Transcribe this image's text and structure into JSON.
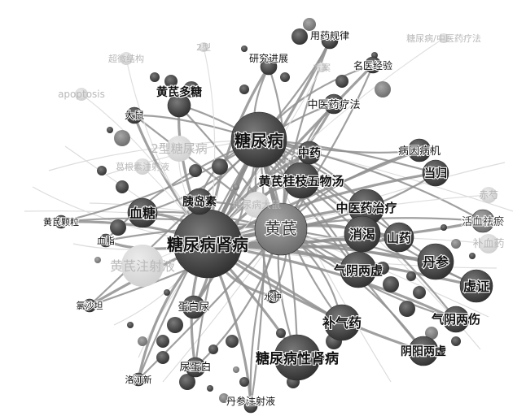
{
  "network": {
    "nodes": [
      {
        "id": "diabetic-nephropathy",
        "label": "糖尿病肾病",
        "tier": "dark",
        "size": 42
      },
      {
        "id": "diabetes",
        "label": "糖尿病",
        "tier": "dark",
        "size": 34
      },
      {
        "id": "astragalus",
        "label": "黄芪",
        "tier": "mid",
        "size": 32
      },
      {
        "id": "diabetic-kidney-disease",
        "label": "糖尿病性肾病",
        "tier": "dark",
        "size": 28
      },
      {
        "id": "astragalus-guizhi-wuwu",
        "label": "黄芪桂枝五物汤",
        "tier": "dark",
        "size": 22
      },
      {
        "id": "tcm-treatment",
        "label": "中医药治疗",
        "tier": "dark",
        "size": 22
      },
      {
        "id": "xiaoke",
        "label": "消渴",
        "tier": "dark",
        "size": 22
      },
      {
        "id": "qi-yin-deficiency",
        "label": "气阴两虚",
        "tier": "dark",
        "size": 22
      },
      {
        "id": "danshen",
        "label": "丹参",
        "tier": "dark",
        "size": 22
      },
      {
        "id": "yam",
        "label": "山药",
        "tier": "dark",
        "size": 18
      },
      {
        "id": "qi-tonic",
        "label": "补气药",
        "tier": "dark",
        "size": 22
      },
      {
        "id": "astragalus-injection",
        "label": "黄芪注射液",
        "tier": "faded",
        "size": 26
      },
      {
        "id": "insulin",
        "label": "胰岛素",
        "tier": "dark",
        "size": 16
      },
      {
        "id": "blood-glucose",
        "label": "血糖",
        "tier": "dark",
        "size": 18
      },
      {
        "id": "astragalus-polysaccharide",
        "label": "黄芪多糖",
        "tier": "dark",
        "size": 14
      },
      {
        "id": "tcm-therapy",
        "label": "中医药疗法",
        "tier": "dark",
        "size": 12
      },
      {
        "id": "research-progress",
        "label": "研究进展",
        "tier": "dark",
        "size": 10
      },
      {
        "id": "medication-rules",
        "label": "用药规律",
        "tier": "dark",
        "size": 10
      },
      {
        "id": "expert-experience",
        "label": "名医经验",
        "tier": "dark",
        "size": 10
      },
      {
        "id": "etiology-pathogenesis",
        "label": "病因病机",
        "tier": "dark",
        "size": 14
      },
      {
        "id": "angelica",
        "label": "当归",
        "tier": "dark",
        "size": 16
      },
      {
        "id": "tonify-blood",
        "label": "活血祛瘀",
        "tier": "mid",
        "size": 14
      },
      {
        "id": "evidence",
        "label": "虚证",
        "tier": "dark",
        "size": 20
      },
      {
        "id": "qi-yin-injury",
        "label": "气阴两伤",
        "tier": "dark",
        "size": 16
      },
      {
        "id": "yin-yang-deficiency",
        "label": "阴阳两虚",
        "tier": "dark",
        "size": 18
      },
      {
        "id": "proteinuria",
        "label": "蛋白尿",
        "tier": "dark",
        "size": 14
      },
      {
        "id": "albuminuria",
        "label": "尿蛋白",
        "tier": "dark",
        "size": 12
      },
      {
        "id": "danshen-injection",
        "label": "丹参注射液",
        "tier": "dark",
        "size": 8
      },
      {
        "id": "lotensin",
        "label": "洛汀新",
        "tier": "dark",
        "size": 8
      },
      {
        "id": "losartan",
        "label": "氯沙坦",
        "tier": "dark",
        "size": 8
      },
      {
        "id": "blood-lipid",
        "label": "血脂",
        "tier": "dark",
        "size": 8
      },
      {
        "id": "astragalus-granule",
        "label": "黄芪颗粒",
        "tier": "dark",
        "size": 8
      },
      {
        "id": "rat",
        "label": "大鼠",
        "tier": "dark",
        "size": 10
      },
      {
        "id": "pueraria",
        "label": "葛根素注射液",
        "tier": "faded",
        "size": 10
      },
      {
        "id": "type2-diabetes",
        "label": "2型糖尿病",
        "tier": "faded",
        "size": 16
      },
      {
        "id": "apoptosis",
        "label": "apoptosis",
        "tier": "faded",
        "size": 8
      },
      {
        "id": "ultrastructure",
        "label": "超微结构",
        "tier": "faded",
        "size": 8
      },
      {
        "id": "type2",
        "label": "2型",
        "tier": "faded",
        "size": 6
      },
      {
        "id": "tcm-diabetes",
        "label": "糖尿病/中医药疗法",
        "tier": "faded",
        "size": 6
      },
      {
        "id": "diabetic-rat",
        "label": "糖尿病大鼠",
        "tier": "faded",
        "size": 16
      },
      {
        "id": "red-peony",
        "label": "赤芍",
        "tier": "faded",
        "size": 10
      },
      {
        "id": "tonify-blood-drug",
        "label": "补血药",
        "tier": "faded",
        "size": 12
      },
      {
        "id": "urine",
        "label": "水肿",
        "tier": "dark",
        "size": 8
      },
      {
        "id": "plan",
        "label": "方案",
        "tier": "faded",
        "size": 6
      },
      {
        "id": "tcm-syndrome",
        "label": "中药",
        "tier": "dark",
        "size": 14
      }
    ]
  },
  "style": {
    "edge_color": "#8f8f8f",
    "faded_edge_color": "#dcdcdc",
    "dark_node_color": "#4a4a4a",
    "mid_node_color": "#7a7a7a",
    "faded_node_color": "#d6d6d6",
    "highlight_color": "#c7c7c7"
  }
}
